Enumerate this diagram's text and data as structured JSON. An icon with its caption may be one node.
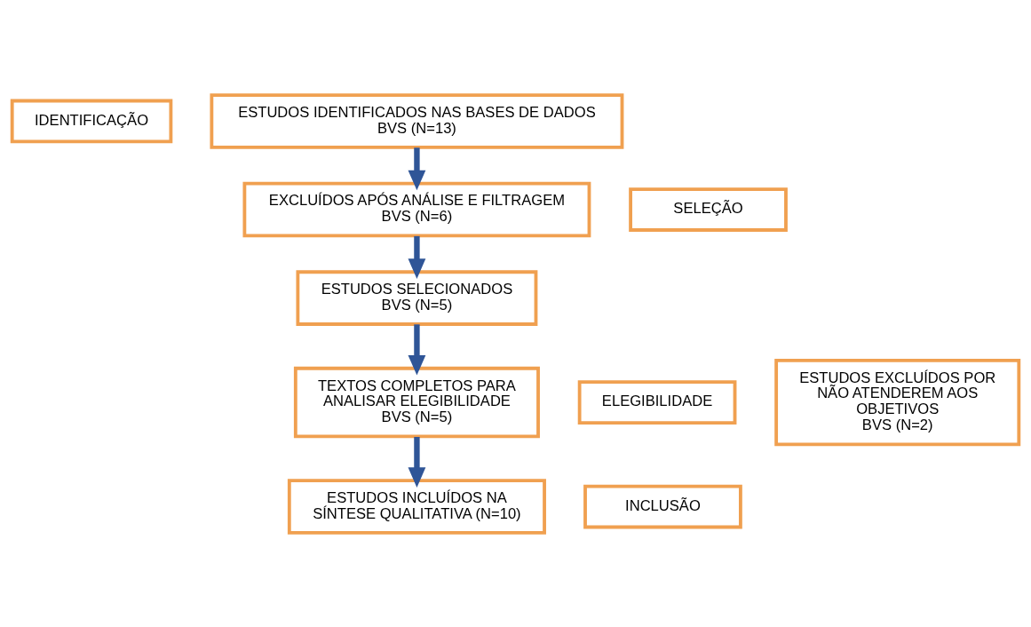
{
  "diagram": {
    "nodes": [
      {
        "text": [
          "IDENTIFICAÇÃO"
        ]
      },
      {
        "text": [
          "ESTUDOS IDENTIFICADOS NAS BASES DE DADOS",
          "BVS (N=13)"
        ]
      },
      {
        "text": [
          "SELEÇÃO"
        ]
      },
      {
        "text": [
          "EXCLUÍDOS APÓS ANÁLISE E FILTRAGEM",
          "BVS (N=6)"
        ]
      },
      {
        "text": [
          "ESTUDOS SELECIONADOS",
          "BVS (N=5)"
        ]
      },
      {
        "text": [
          "ELEGIBILIDADE"
        ]
      },
      {
        "text": [
          "TEXTOS COMPLETOS PARA ANALISAR ELEGIBILIDADE",
          "BVS (N=5)"
        ]
      },
      {
        "text": [
          "ESTUDOS EXCLUÍDOS POR NÃO ATENDEREM AOS OBJETIVOS",
          "BVS (N=2)"
        ]
      },
      {
        "text": [
          "INCLUSÃO"
        ]
      },
      {
        "text": [
          "ESTUDOS INCLUÍDOS NA SÍNTESE QUALITATIVA (N=10)"
        ]
      }
    ],
    "edges": [
      {
        "from": 1,
        "to": 3,
        "arrow": "to"
      },
      {
        "from": 3,
        "to": 4,
        "arrow": "to"
      },
      {
        "from": 4,
        "to": 6,
        "arrow": "to"
      },
      {
        "from": 6,
        "to": 9,
        "arrow": "to"
      }
    ]
  }
}
